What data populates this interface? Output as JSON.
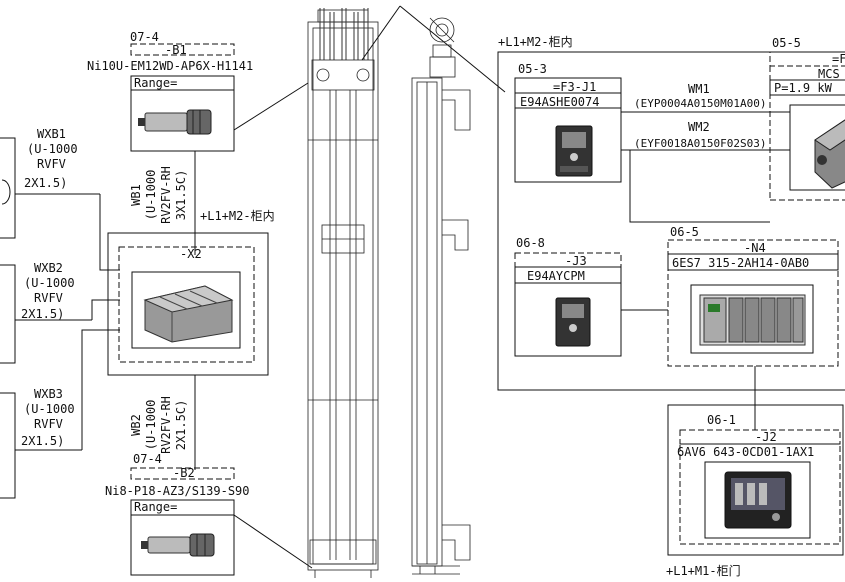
{
  "left_cables": [
    {
      "name": "WXB1",
      "spec": [
        "(U-1000",
        "RVFV",
        "2X1.5)"
      ]
    },
    {
      "name": "WXB2",
      "spec": [
        "(U-1000",
        "RVFV",
        "2X1.5)"
      ]
    },
    {
      "name": "WXB3",
      "spec": [
        "(U-1000",
        "RVFV",
        "2X1.5)"
      ]
    }
  ],
  "b1": {
    "loc": "07-4",
    "tag": "-B1",
    "part": "Ni10U-EM12WD-AP6X-H1141",
    "range": "Range="
  },
  "b2": {
    "loc": "07-4",
    "tag": "-B2",
    "part": "Ni8-P18-AZ3/S139-S90",
    "range": "Range="
  },
  "wb1": {
    "lines": [
      "WB1",
      "(U-1000",
      "RV2FV-RH",
      "3X1.5C)"
    ]
  },
  "wb2": {
    "lines": [
      "WB2",
      "(U-1000",
      "RV2FV-RH",
      "2X1.5C)"
    ]
  },
  "x2": {
    "tag": "-X2",
    "enclosure": "+L1+M2-柜内"
  },
  "cabinet_right": {
    "label": "+L1+M2-柜内"
  },
  "j1": {
    "loc": "05-3",
    "tag": "=F3-J1",
    "part": "E94ASHE0074"
  },
  "wm1": {
    "name": "WM1",
    "part": "(EYP0004A0150M01A00)"
  },
  "wm2": {
    "name": "WM2",
    "part": "(EYF0018A0150F02S03)"
  },
  "f_motor": {
    "loc": "05-5",
    "tag": "=F",
    "part": "MCS",
    "power": "P=1.9 kW"
  },
  "j3": {
    "loc": "06-8",
    "tag": "-J3",
    "part": "E94AYCPM"
  },
  "n4": {
    "loc": "06-5",
    "tag": "-N4",
    "part": "6ES7 315-2AH14-0AB0"
  },
  "j2": {
    "loc": "06-1",
    "tag": "-J2",
    "part": "6AV6 643-0CD01-1AX1",
    "enclosure": "+L1+M1-柜门"
  },
  "colors": {
    "line": "#111111",
    "background": "#ffffff"
  }
}
